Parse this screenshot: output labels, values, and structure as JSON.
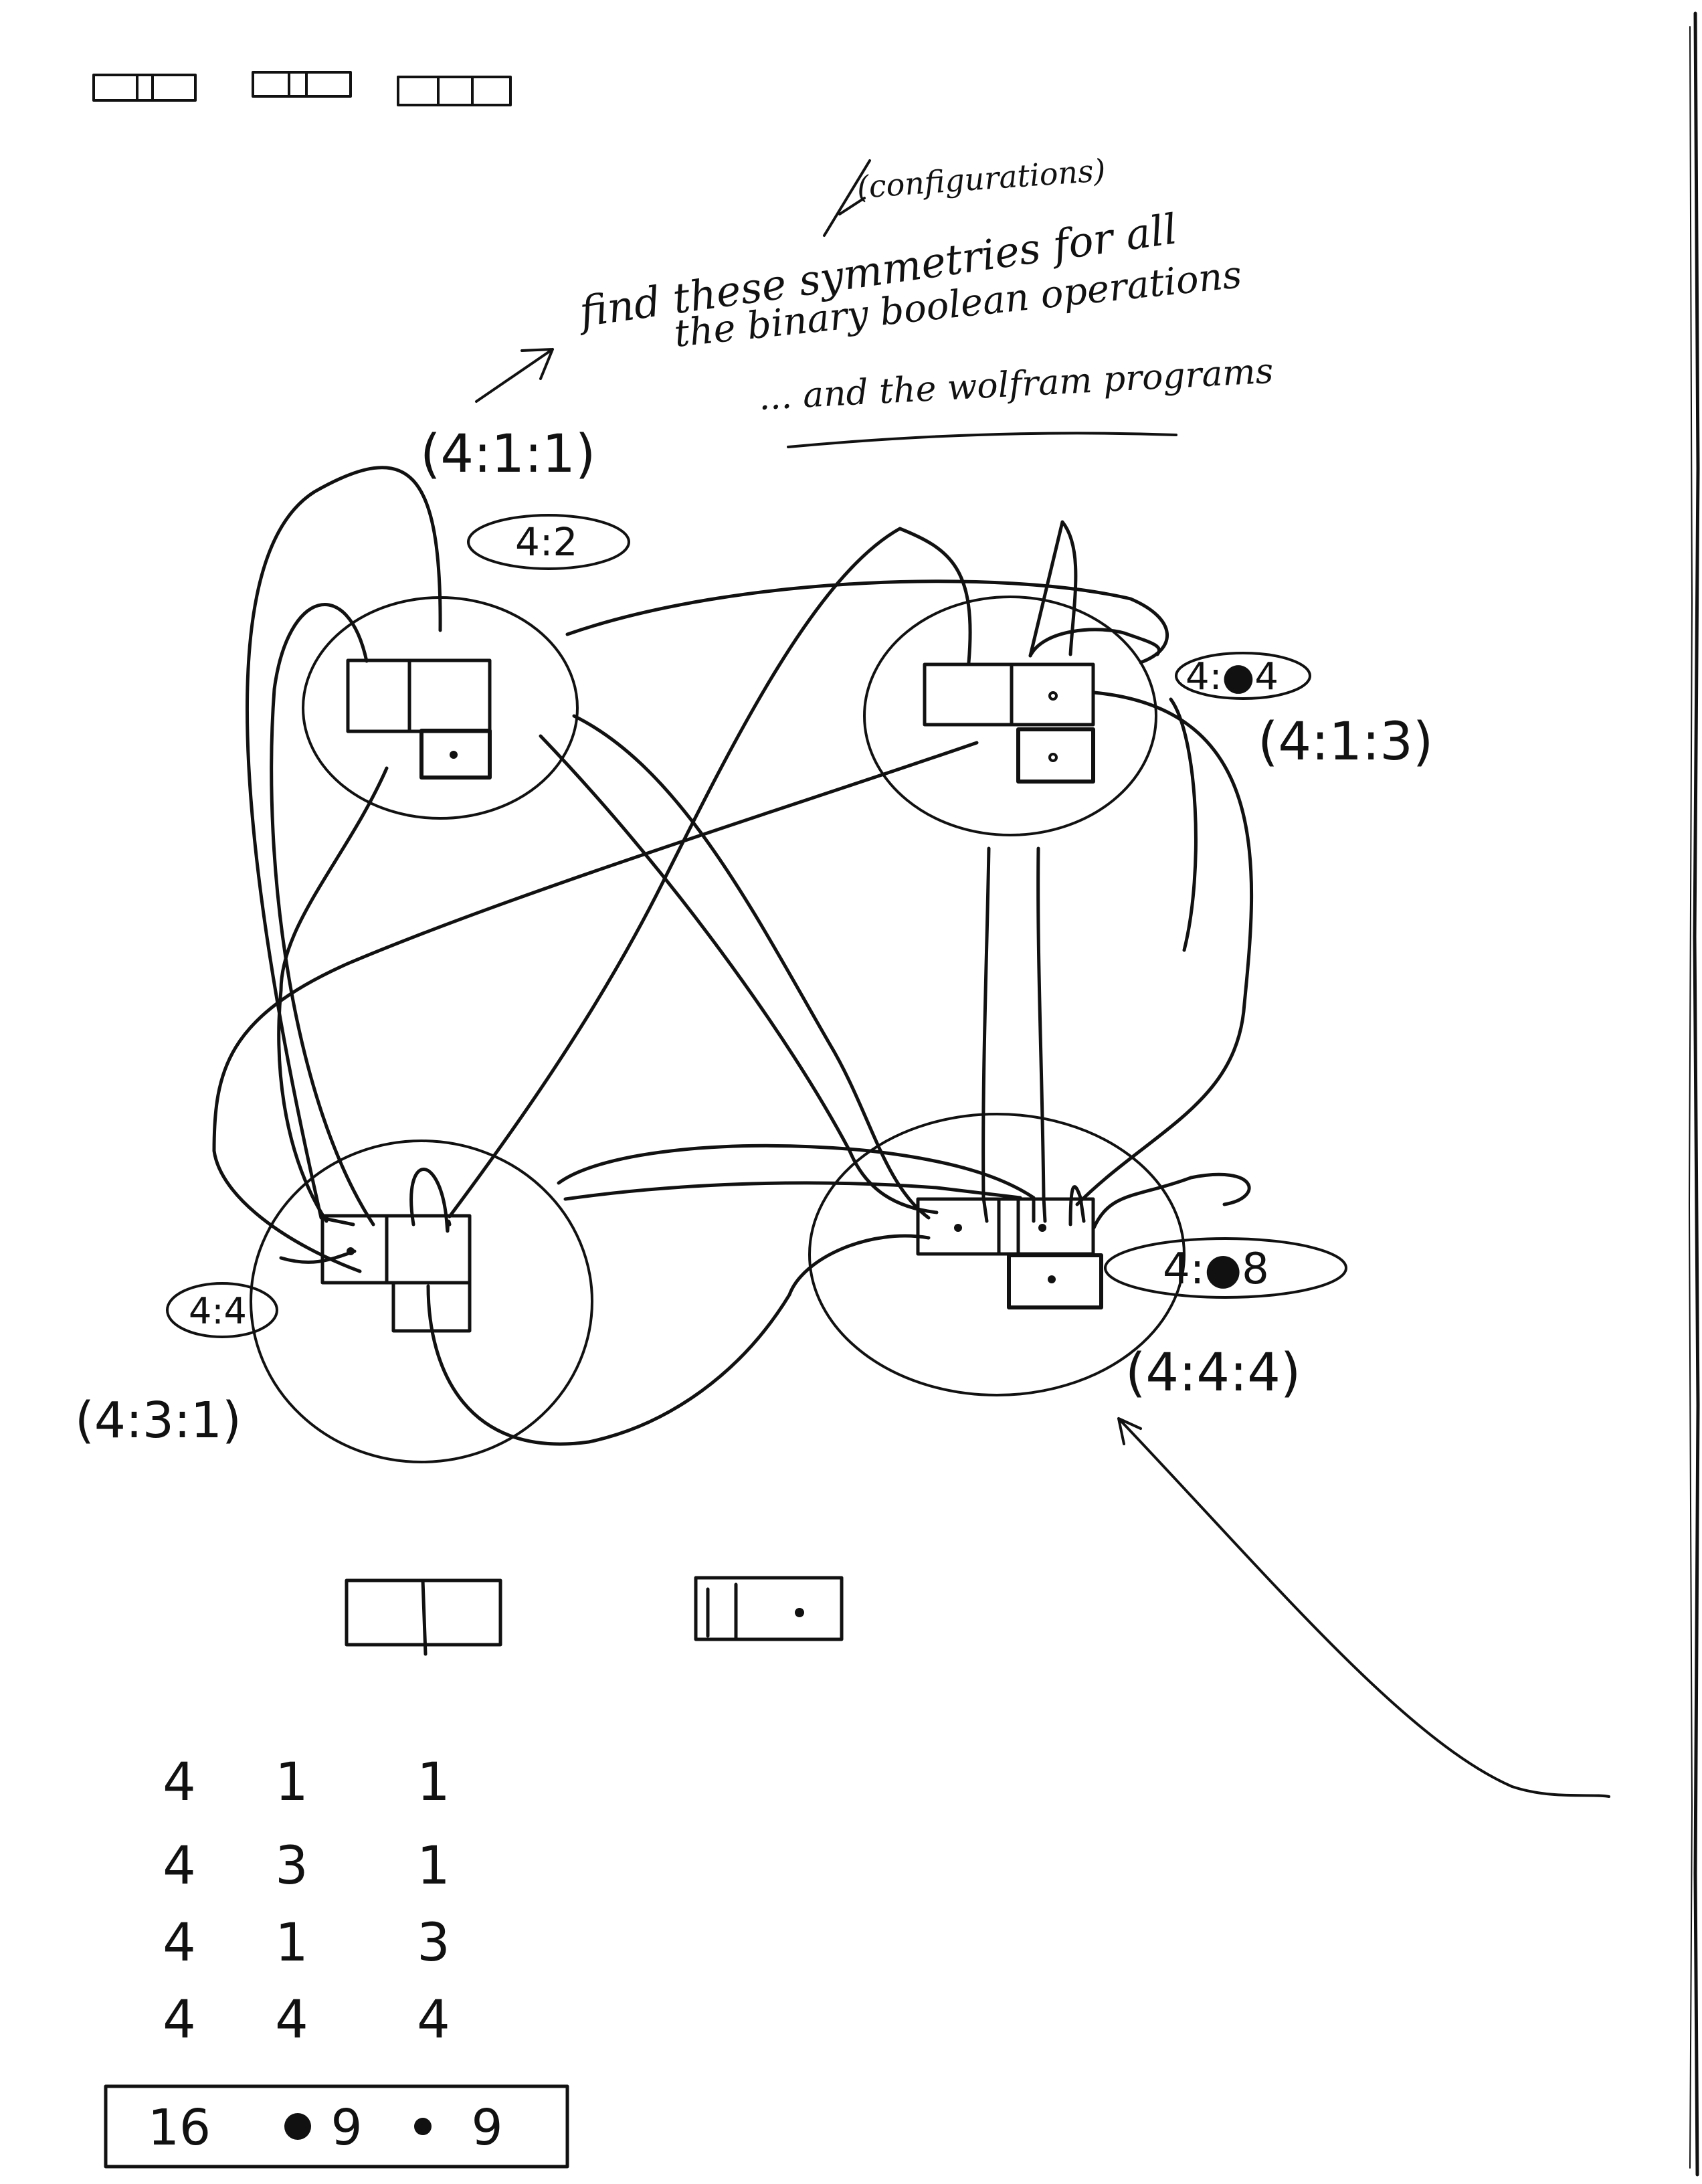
{
  "notes": {
    "configurations": "(configurations)",
    "line1": "find these symmetries for all",
    "line2": "the binary boolean operations",
    "line3": "... and the wolfram programs"
  },
  "nodes": {
    "top_left": {
      "ratio": "4:2",
      "triple": "(4:1:1)"
    },
    "top_right": {
      "ratio": "4:●4",
      "triple": "(4:1:3)"
    },
    "bottom_left": {
      "ratio": "4:4",
      "triple": "(4:3:1)"
    },
    "bottom_right": {
      "ratio": "4:●8",
      "triple": "(4:4:4)"
    }
  },
  "table": {
    "rows": [
      [
        "4",
        "1",
        "1"
      ],
      [
        "4",
        "3",
        "1"
      ],
      [
        "4",
        "1",
        "3"
      ],
      [
        "4",
        "4",
        "4"
      ]
    ],
    "total": [
      "16",
      "9",
      "9"
    ]
  }
}
